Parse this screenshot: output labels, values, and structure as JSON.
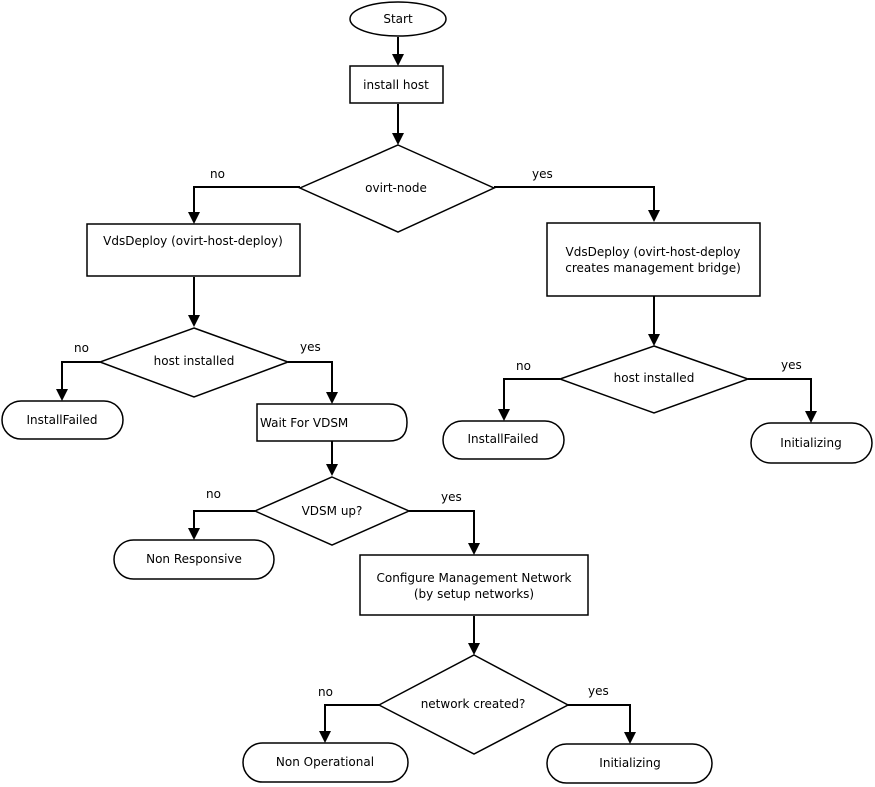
{
  "nodes": {
    "start": "Start",
    "install_host": "install host",
    "ovirt_node": "ovirt-node",
    "vds_deploy_left": "VdsDeploy (ovirt-host-deploy)",
    "vds_deploy_right_line1": "VdsDeploy (ovirt-host-deploy",
    "vds_deploy_right_line2": "creates management bridge)",
    "host_installed_left": "host installed",
    "host_installed_right": "host installed",
    "install_failed_left": "InstallFailed",
    "install_failed_right": "InstallFailed",
    "wait_for_vdsm": "Wait For VDSM",
    "initializing_right": "Initializing",
    "vdsm_up": "VDSM up?",
    "non_responsive": "Non Responsive",
    "configure_network_line1": "Configure Management Network",
    "configure_network_line2": "(by setup networks)",
    "network_created": "network created?",
    "non_operational": "Non Operational",
    "initializing_bottom": "Initializing"
  },
  "edge_labels": {
    "ovirt_node_no": "no",
    "ovirt_node_yes": "yes",
    "host_installed_left_no": "no",
    "host_installed_left_yes": "yes",
    "host_installed_right_no": "no",
    "host_installed_right_yes": "yes",
    "vdsm_up_no": "no",
    "vdsm_up_yes": "yes",
    "network_created_no": "no",
    "network_created_yes": "yes"
  }
}
